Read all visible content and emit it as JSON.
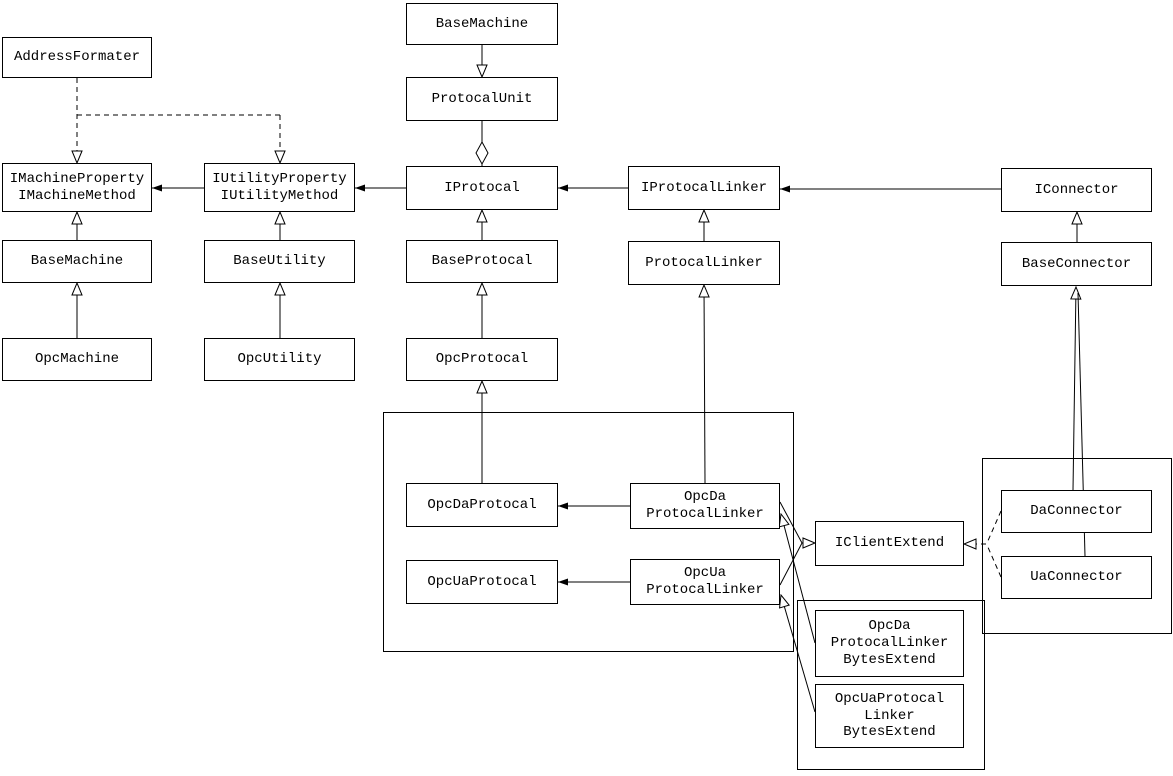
{
  "diagram": {
    "type": "uml-class-diagram",
    "colors": {
      "background": "#ffffff",
      "box_fill": "#ffffff",
      "box_border": "#000000",
      "line": "#000000"
    },
    "nodes": [
      {
        "id": "address-formater",
        "label": "AddressFormater"
      },
      {
        "id": "base-machine-top",
        "label": "BaseMachine"
      },
      {
        "id": "protocal-unit",
        "label": "ProtocalUnit"
      },
      {
        "id": "i-machine",
        "label": "IMachineProperty\nIMachineMethod"
      },
      {
        "id": "i-utility",
        "label": "IUtilityProperty\nIUtilityMethod"
      },
      {
        "id": "i-protocal",
        "label": "IProtocal"
      },
      {
        "id": "i-protocal-linker",
        "label": "IProtocalLinker"
      },
      {
        "id": "i-connector",
        "label": "IConnector"
      },
      {
        "id": "base-machine",
        "label": "BaseMachine"
      },
      {
        "id": "base-utility",
        "label": "BaseUtility"
      },
      {
        "id": "base-protocal",
        "label": "BaseProtocal"
      },
      {
        "id": "protocal-linker",
        "label": "ProtocalLinker"
      },
      {
        "id": "base-connector",
        "label": "BaseConnector"
      },
      {
        "id": "opc-machine",
        "label": "OpcMachine"
      },
      {
        "id": "opc-utility",
        "label": "OpcUtility"
      },
      {
        "id": "opc-protocal",
        "label": "OpcProtocal"
      },
      {
        "id": "opc-da-protocal",
        "label": "OpcDaProtocal"
      },
      {
        "id": "opc-da-protocal-linker",
        "label": "OpcDa\nProtocalLinker"
      },
      {
        "id": "opc-ua-protocal",
        "label": "OpcUaProtocal"
      },
      {
        "id": "opc-ua-protocal-linker",
        "label": "OpcUa\nProtocalLinker"
      },
      {
        "id": "i-client-extend",
        "label": "IClientExtend"
      },
      {
        "id": "da-connector",
        "label": "DaConnector"
      },
      {
        "id": "ua-connector",
        "label": "UaConnector"
      },
      {
        "id": "opc-da-protocal-linker-bytes-extend",
        "label": "OpcDa\nProtocalLinker\nBytesExtend"
      },
      {
        "id": "opc-ua-protocal-linker-bytes-extend",
        "label": "OpcUaProtocal\nLinker\nBytesExtend"
      }
    ]
  }
}
